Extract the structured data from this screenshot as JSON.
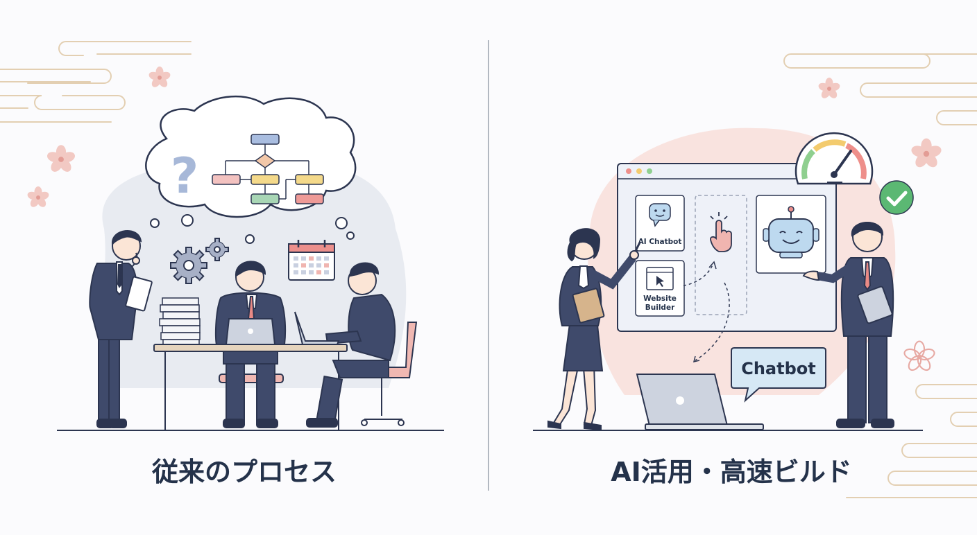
{
  "panels": {
    "left": {
      "caption": "従来のプロセス",
      "thought_symbol": "?"
    },
    "right": {
      "caption": "AI活用・高速ビルド",
      "card_chatbot": "AI Chatbot",
      "card_builder_line1": "Website",
      "card_builder_line2": "Builder",
      "speech_bubble": "Chatbot"
    }
  },
  "colors": {
    "navy": "#3f4a6b",
    "ink": "#24324a",
    "cherry": "#e9b7b0",
    "cloud_line": "#e3cfb2",
    "accent_green": "#5bb873"
  }
}
